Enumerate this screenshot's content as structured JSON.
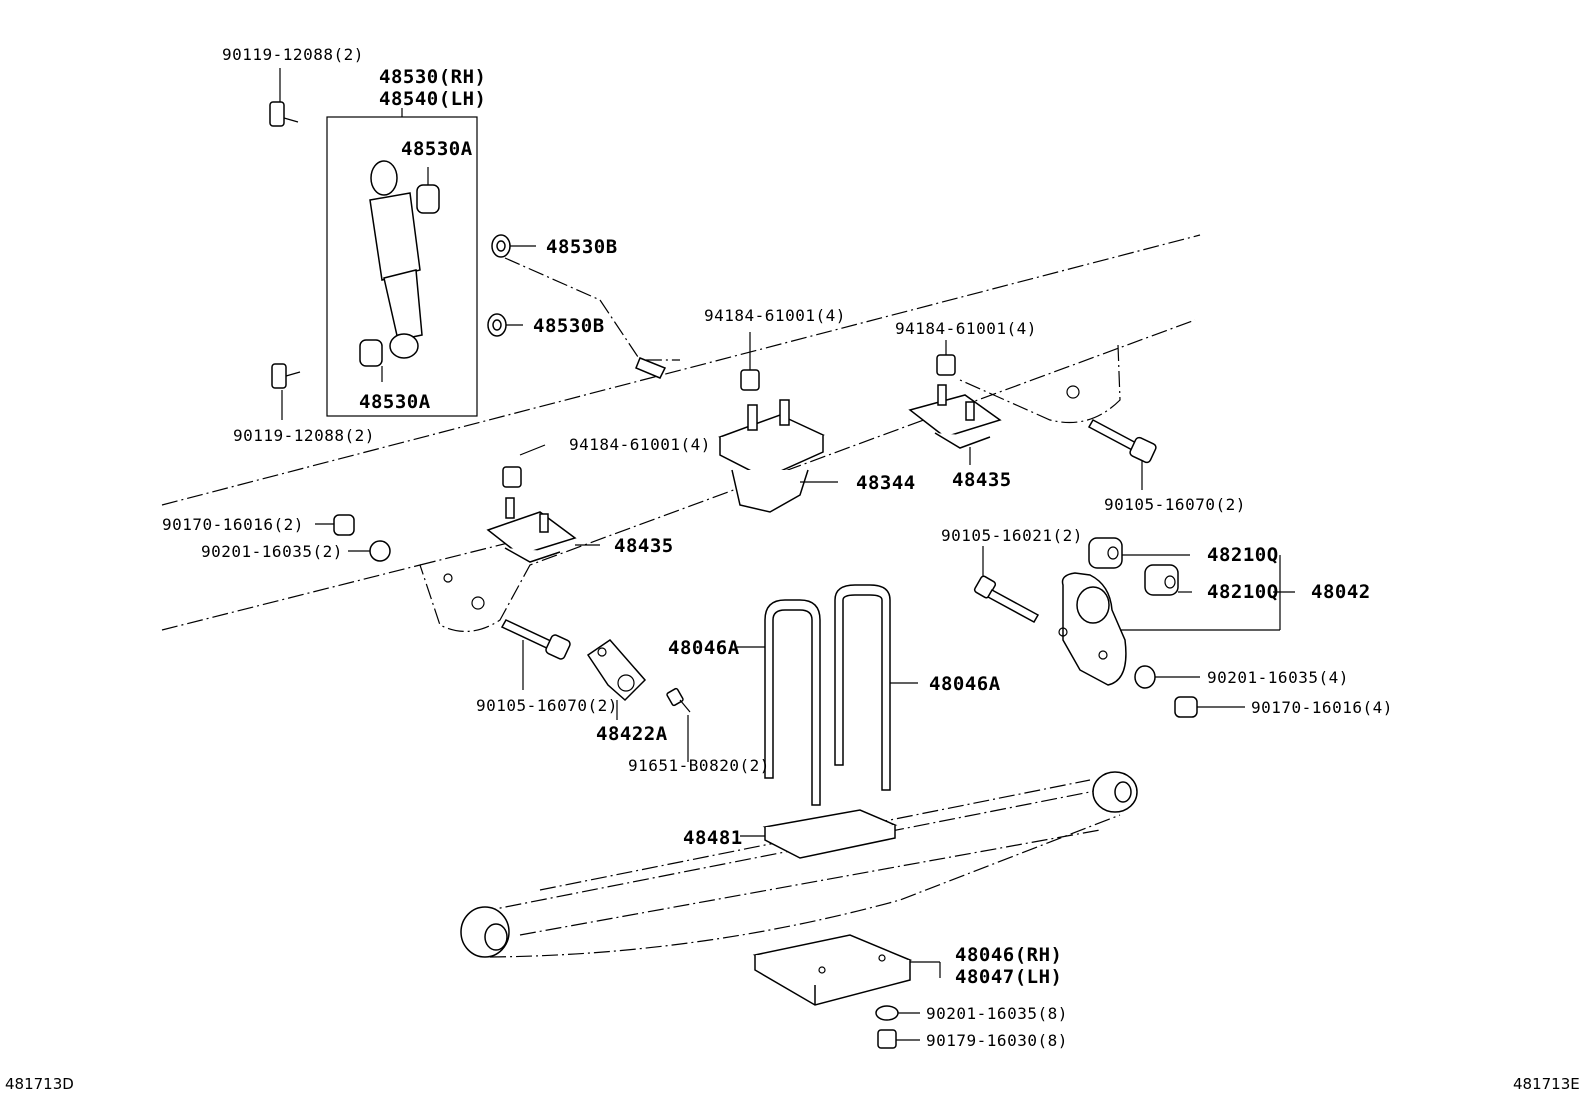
{
  "labels": {
    "bolt_9011912088_top": "90119-12088(2)",
    "shock_rh": "48530(RH)",
    "shock_lh": "48540(LH)",
    "bushing_48530a_top": "48530A",
    "bushing_48530a_bottom": "48530A",
    "washer_48530b_top": "48530B",
    "washer_48530b_bottom": "48530B",
    "bolt_9011912088_bottom": "90119-12088(2)",
    "nut_9418461001_center": "94184-61001(4)",
    "nut_9418461001_right": "94184-61001(4)",
    "nut_9418461001_left": "94184-61001(4)",
    "bumper_48344": "48344",
    "bumper_48435_right": "48435",
    "bumper_48435_left": "48435",
    "bolt_9010516070_right": "90105-16070(2)",
    "nut_9017016016_left": "90170-16016(2)",
    "washer_9020116035_left": "90201-16035(2)",
    "bolt_9010516021": "90105-16021(2)",
    "bushing_48210q_a": "48210Q",
    "bushing_48210q_b": "48210Q",
    "shackle_48042": "48042",
    "ubolt_48046a_left": "48046A",
    "ubolt_48046a_right": "48046A",
    "washer_9020116035_right": "90201-16035(4)",
    "nut_9017016016_right": "90170-16016(4)",
    "bolt_9010516070_left": "90105-16070(2)",
    "bracket_48422a": "48422A",
    "bolt_91651b0820": "91651-B0820(2)",
    "plate_48481": "48481",
    "seat_48046_rh": "48046(RH)",
    "seat_48047_lh": "48047(LH)",
    "washer_9020116035_bottom": "90201-16035(8)",
    "nut_9017916030": "90179-16030(8)"
  },
  "refs": {
    "left": "481713D",
    "right": "481713E"
  }
}
